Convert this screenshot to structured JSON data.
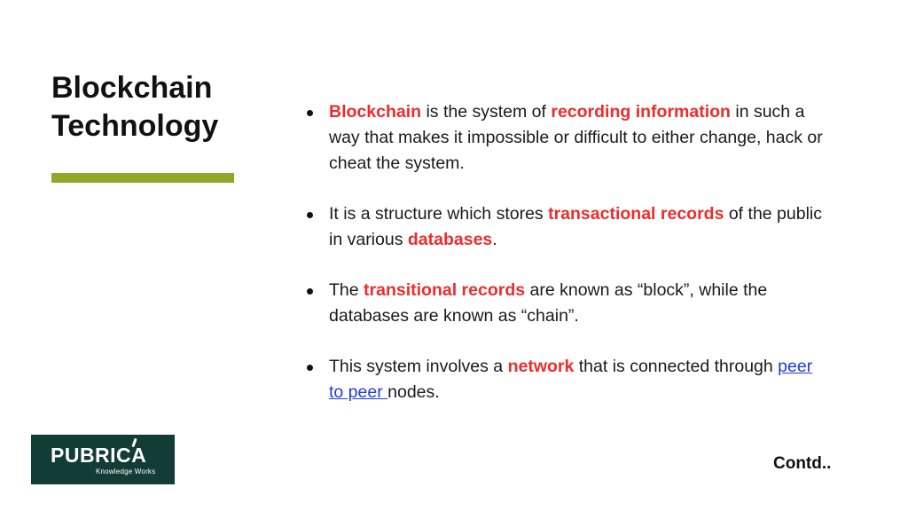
{
  "title": {
    "line1": "Blockchain",
    "line2": "Technology"
  },
  "colors": {
    "accent_bar": "#8fa829",
    "highlight": "#ee2c2c",
    "link": "#1f3fd6",
    "logo_background": "#123c36"
  },
  "bullets": [
    {
      "segments": [
        {
          "text": "Blockchain",
          "style": "highlight"
        },
        {
          "text": " is the system of ",
          "style": "normal"
        },
        {
          "text": "recording information",
          "style": "highlight"
        },
        {
          "text": " in such a way that makes it impossible or difficult to either change, hack or cheat the system.",
          "style": "normal"
        }
      ]
    },
    {
      "segments": [
        {
          "text": "It is a structure which stores ",
          "style": "normal"
        },
        {
          "text": "transactional records",
          "style": "highlight"
        },
        {
          "text": " of the public in various ",
          "style": "normal"
        },
        {
          "text": "databases",
          "style": "highlight"
        },
        {
          "text": ".",
          "style": "normal"
        }
      ]
    },
    {
      "segments": [
        {
          "text": "The ",
          "style": "normal"
        },
        {
          "text": "transitional records",
          "style": "highlight"
        },
        {
          "text": " are known as “block”, while the databases are known as “chain”.",
          "style": "normal"
        }
      ]
    },
    {
      "segments": [
        {
          "text": "This system involves a ",
          "style": "normal"
        },
        {
          "text": "network",
          "style": "highlight"
        },
        {
          "text": " that is connected through ",
          "style": "normal"
        },
        {
          "text": "peer to peer ",
          "style": "link"
        },
        {
          "text": "nodes.",
          "style": "normal"
        }
      ]
    }
  ],
  "logo": {
    "wordmark": "PUBRICA",
    "tagline": "Knowledge Works"
  },
  "footer": {
    "contd": "Contd.."
  }
}
